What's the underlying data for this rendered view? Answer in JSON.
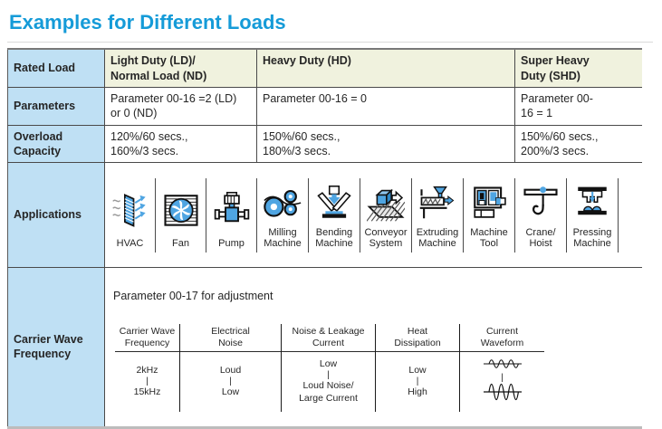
{
  "title": "Examples for Different Loads",
  "colors": {
    "accent": "#159BD8",
    "icon_blue": "#4FA5E2",
    "label_bg": "#BFE0F4",
    "header_bg": "#F0F2DE"
  },
  "range_separator": "|",
  "rows": {
    "rated_load": {
      "label": "Rated Load",
      "cells": [
        "Light Duty (LD)/\nNormal Load (ND)",
        "Heavy Duty (HD)",
        "Super Heavy\nDuty (SHD)"
      ]
    },
    "parameters": {
      "label": "Parameters",
      "cells": [
        "Parameter 00-16 =2 (LD)\nor 0 (ND)",
        "Parameter 00-16 = 0",
        "Parameter 00-\n16 = 1"
      ]
    },
    "overload": {
      "label": "Overload\nCapacity",
      "cells": [
        "120%/60 secs.,\n160%/3 secs.",
        "150%/60 secs.,\n180%/3 secs.",
        "150%/60 secs.,\n200%/3 secs."
      ]
    },
    "applications": {
      "label": "Applications",
      "groups": [
        {
          "items": [
            {
              "icon": "hvac-icon",
              "caption": "HVAC"
            },
            {
              "icon": "fan-icon",
              "caption": "Fan"
            },
            {
              "icon": "pump-icon",
              "caption": "Pump"
            }
          ]
        },
        {
          "items": [
            {
              "icon": "milling-machine-icon",
              "caption": "Milling\nMachine"
            },
            {
              "icon": "bending-machine-icon",
              "caption": "Bending\nMachine"
            },
            {
              "icon": "conveyor-system-icon",
              "caption": "Conveyor\nSystem"
            },
            {
              "icon": "extruding-machine-icon",
              "caption": "Extruding\nMachine"
            },
            {
              "icon": "machine-tool-icon",
              "caption": "Machine\nTool"
            }
          ]
        },
        {
          "items": [
            {
              "icon": "crane-hoist-icon",
              "caption": "Crane/\nHoist"
            },
            {
              "icon": "pressing-machine-icon",
              "caption": "Pressing\nMachine"
            }
          ]
        }
      ]
    },
    "carrier": {
      "label": "Carrier Wave\nFrequency",
      "note": "Parameter 00-17 for adjustment",
      "columns": [
        {
          "header": "Carrier Wave\nFrequency",
          "top": "2kHz",
          "bottom": "15kHz"
        },
        {
          "header": "Electrical\nNoise",
          "top": "Loud",
          "bottom": "Low"
        },
        {
          "header": "Noise & Leakage\nCurrent",
          "top": "Low",
          "bottom": "Loud Noise/\nLarge Current"
        },
        {
          "header": "Heat\nDissipation",
          "top": "Low",
          "bottom": "High"
        },
        {
          "header": "Current\nWaveform",
          "top_icon": "small-wave-icon",
          "bottom_icon": "large-wave-icon"
        }
      ]
    }
  }
}
